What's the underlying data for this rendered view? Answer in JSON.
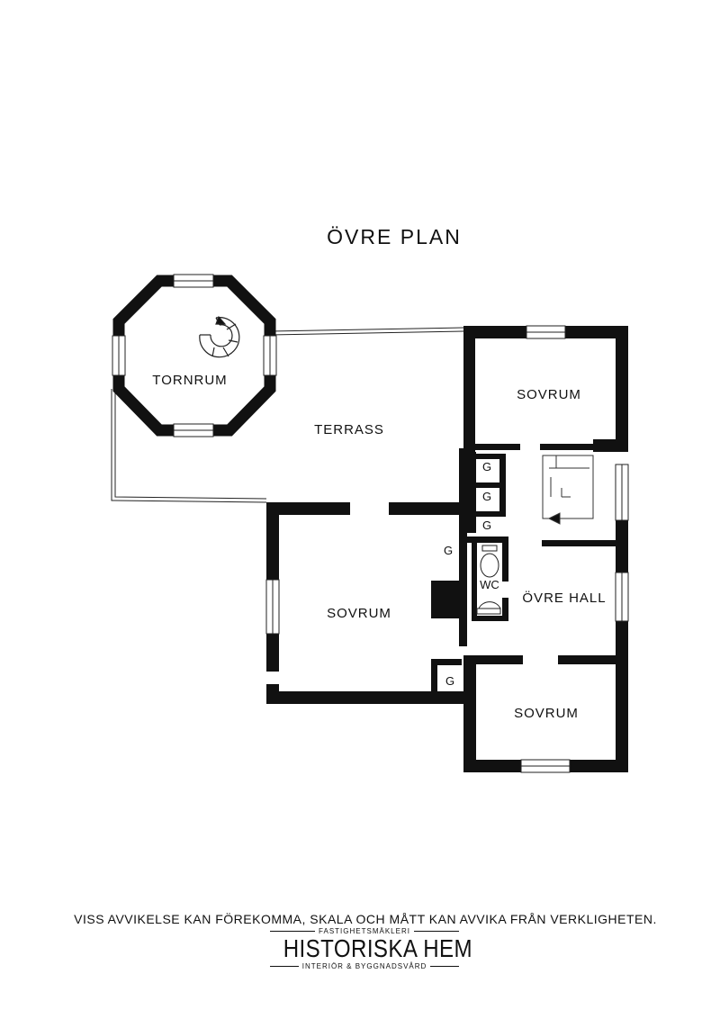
{
  "title": "ÖVRE PLAN",
  "rooms": {
    "tornrum": "TORNRUM",
    "terrass": "TERRASS",
    "sovrum_top": "SOVRUM",
    "sovrum_left": "SOVRUM",
    "sovrum_bottom": "SOVRUM",
    "ovre_hall": "ÖVRE HALL",
    "wc": "WC"
  },
  "closets": [
    "G",
    "G",
    "G",
    "G",
    "G"
  ],
  "disclaimer": "VISS AVVIKELSE KAN FÖREKOMMA, SKALA OCH MÅTT KAN AVVIKA FRÅN VERKLIGHETEN.",
  "logo": {
    "top": "FASTIGHETSMÄKLERI",
    "main": "HISTORISKA HEM",
    "bottom": "INTERIÖR & BYGGNADSVÅRD"
  }
}
